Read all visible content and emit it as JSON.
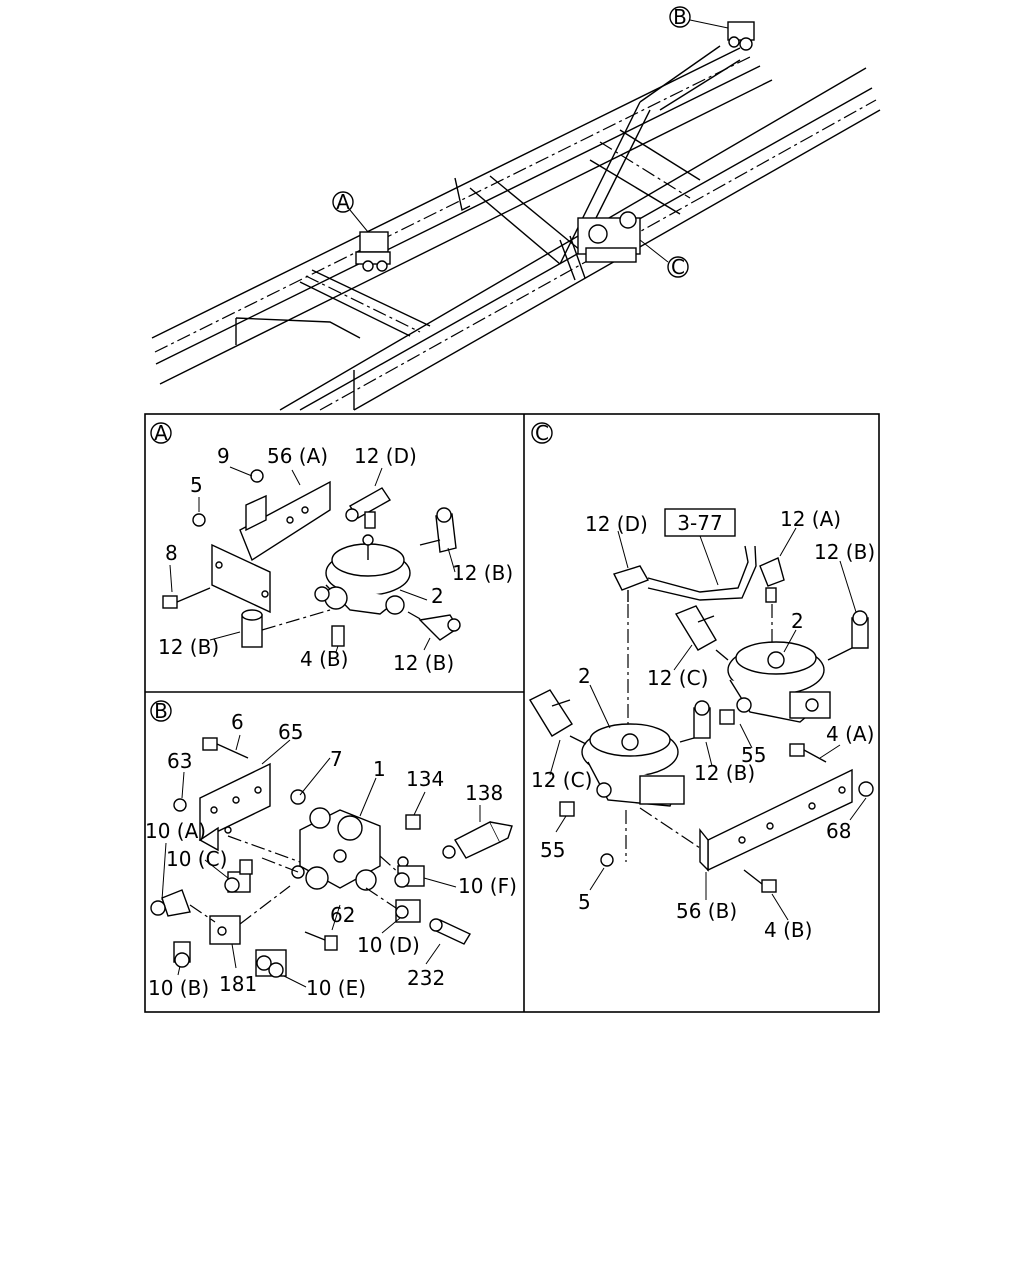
{
  "overview": {
    "callouts": [
      "A",
      "B",
      "C"
    ]
  },
  "panel_a": {
    "letter": "A",
    "labels": [
      "9",
      "56 (A)",
      "12 (D)",
      "5",
      "8",
      "12 (B)",
      "2",
      "12 (B)",
      "4 (B)",
      "12 (B)"
    ]
  },
  "panel_b": {
    "letter": "B",
    "labels": [
      "6",
      "65",
      "7",
      "1",
      "63",
      "134",
      "138",
      "10 (A)",
      "10 (C)",
      "10 (F)",
      "62",
      "10 (D)",
      "10 (B)",
      "181",
      "10 (E)",
      "232"
    ]
  },
  "panel_c": {
    "letter": "C",
    "ref_box": "3-77",
    "labels": [
      "12 (D)",
      "12 (A)",
      "12 (B)",
      "2",
      "12 (C)",
      "2",
      "55",
      "4 (A)",
      "12 (C)",
      "12 (B)",
      "68",
      "55",
      "5",
      "56 (B)",
      "4 (B)"
    ]
  }
}
